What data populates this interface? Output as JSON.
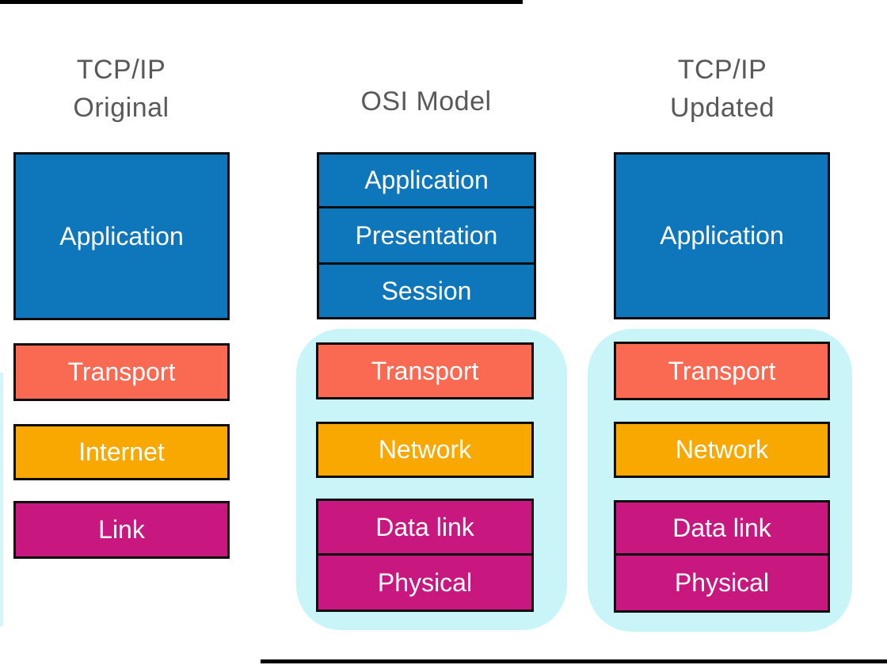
{
  "diagram": {
    "description": "Comparison of TCP/IP original, OSI, and updated TCP/IP network layer models"
  },
  "colors": {
    "application_blue": "#0e76bb",
    "transport_coral": "#fa6952",
    "network_amber": "#f9a801",
    "link_magenta": "#c8177e",
    "group_cyan": "#c9f5f9",
    "box_border": "#0d0d0d",
    "title_gray": "#595959",
    "label_white": "#ffffff",
    "rule_black": "#000000"
  },
  "columns": [
    {
      "title": "TCP/IP Original",
      "title_lines": [
        "TCP/IP",
        "Original"
      ],
      "layers": [
        {
          "label": "Application",
          "color": "#0e76bb"
        },
        {
          "label": "Transport",
          "color": "#fa6952"
        },
        {
          "label": "Internet",
          "color": "#f9a801"
        },
        {
          "label": "Link",
          "color": "#c8177e"
        }
      ]
    },
    {
      "title": "OSI Model",
      "title_lines": [
        "OSI Model"
      ],
      "upper_layers": [
        {
          "label": "Application",
          "color": "#0e76bb"
        },
        {
          "label": "Presentation",
          "color": "#0e76bb"
        },
        {
          "label": "Session",
          "color": "#0e76bb"
        }
      ],
      "grouped_layers": [
        {
          "label": "Transport",
          "color": "#fa6952"
        },
        {
          "label": "Network",
          "color": "#f9a801"
        },
        {
          "label": "Data link",
          "color": "#c8177e"
        },
        {
          "label": "Physical",
          "color": "#c8177e"
        }
      ],
      "group_background": "#c9f5f9"
    },
    {
      "title": "TCP/IP Updated",
      "title_lines": [
        "TCP/IP",
        "Updated"
      ],
      "upper_layers": [
        {
          "label": "Application",
          "color": "#0e76bb"
        }
      ],
      "grouped_layers": [
        {
          "label": "Transport",
          "color": "#fa6952"
        },
        {
          "label": "Network",
          "color": "#f9a801"
        },
        {
          "label": "Data link",
          "color": "#c8177e"
        },
        {
          "label": "Physical",
          "color": "#c8177e"
        }
      ],
      "group_background": "#c9f5f9"
    }
  ]
}
